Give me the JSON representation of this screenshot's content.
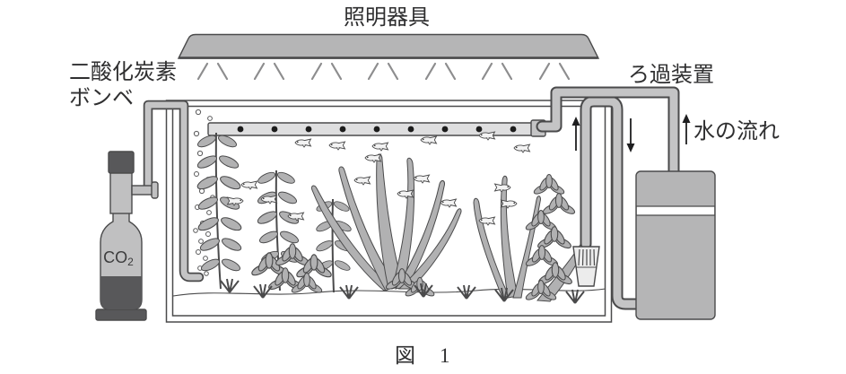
{
  "figure": {
    "labels": {
      "lighting": "照明器具",
      "co2_cylinder_line1": "二酸化炭素",
      "co2_cylinder_line2": "ボンベ",
      "filter": "ろ過装置",
      "water_flow": "水の流れ",
      "bottle_text_main": "CO",
      "bottle_text_sub": "2",
      "caption_fig": "図",
      "caption_num": "1"
    },
    "colors": {
      "outline": "#4a4a4b",
      "equipment_gray": "#c0c0c1",
      "lamp_gray": "#b5b5b6",
      "dark_gray": "#58585a",
      "plant_gray": "#b1b1b2",
      "fish_white": "#f3f3f3",
      "background": "#ffffff"
    }
  }
}
